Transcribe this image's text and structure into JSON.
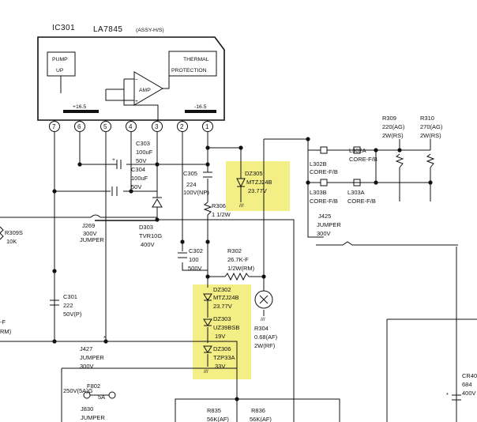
{
  "ic": {
    "ref": "IC301",
    "part": "LA7845",
    "assy": "(ASSY-H/S)",
    "pump_line1": "PUMP",
    "pump_line2": "UP",
    "thermal_line1": "THERMAL",
    "thermal_line2": "PROTECTION",
    "amp": "AMP",
    "plus_rail": "+16.5",
    "minus_rail": "-16.5",
    "pins": [
      "7",
      "6",
      "5",
      "4",
      "3",
      "2",
      "1"
    ]
  },
  "components": {
    "c303": [
      "C303",
      "100uF",
      "50V"
    ],
    "c304": [
      "C304",
      "100uF",
      "50V"
    ],
    "c305": [
      "C305",
      "224",
      "100V(NP)"
    ],
    "dz305": [
      "DZ305",
      "MTZJ24B",
      "23.77V"
    ],
    "r306": [
      "R306",
      "1 1/2W"
    ],
    "r309s": [
      "R309S",
      "10K"
    ],
    "j269": [
      "J269",
      "300V",
      "JUMPER"
    ],
    "d303": [
      "D303",
      "TVR10G",
      "400V"
    ],
    "c302": [
      "C302",
      "100",
      "500V"
    ],
    "r302": [
      "R302",
      "26.7K-F",
      "1/2W(RM)"
    ],
    "dz302": [
      "DZ302",
      "MTZJ24B",
      "23.77V"
    ],
    "dz303": [
      "DZ303",
      "UZ39BSB",
      "19V"
    ],
    "dz306": [
      "DZ306",
      "TZP33A",
      "33V"
    ],
    "r304": [
      "R304",
      "0.68(AF)",
      "2W(RF)"
    ],
    "c301": [
      "C301",
      "222",
      "50V(P)"
    ],
    "j427": [
      "J427",
      "JUMPER",
      "300V"
    ],
    "f802": [
      "F802",
      "250V(5A)G",
      "5A"
    ],
    "j830": [
      "J830",
      "JUMPER"
    ],
    "r835": [
      "R835",
      "56K(AF)"
    ],
    "r836": [
      "R836",
      "56K(AF)"
    ],
    "r309": [
      "R309",
      "220(AG)",
      "2W(RS)"
    ],
    "r310": [
      "R310",
      "270(AG)",
      "2W(RS)"
    ],
    "l302a": [
      "L302A",
      "CORE-F/B"
    ],
    "l302b": [
      "L302B",
      "CORE-F/B"
    ],
    "l303b": [
      "L303B",
      "CORE-F/B"
    ],
    "l303a": [
      "L303A",
      "CORE-F/B"
    ],
    "j425": [
      "J425",
      "JUMPER",
      "300V"
    ],
    "cr40": [
      "CR40",
      "684",
      "400V"
    ],
    "edge_left_f": "-F",
    "edge_left_rm": "RM)",
    "star": "*"
  },
  "colors": {
    "highlight": "#f4ee86",
    "ink": "#111111"
  }
}
